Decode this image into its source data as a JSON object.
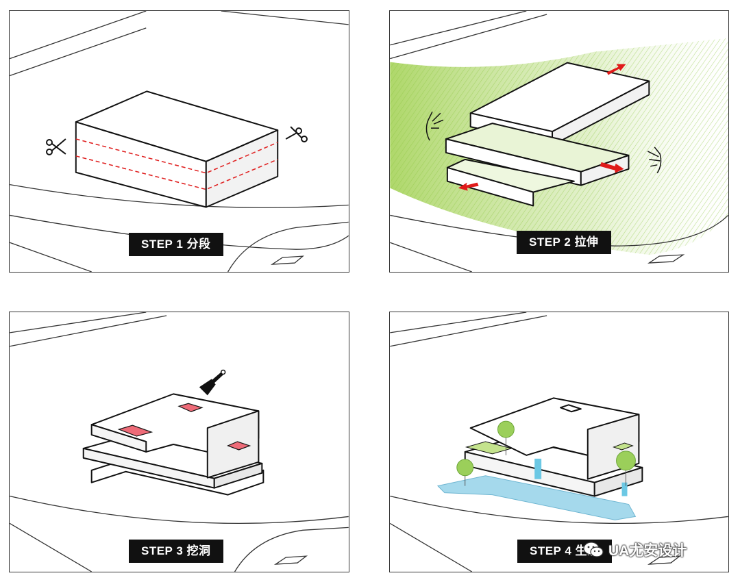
{
  "panels": [
    {
      "id": "step1",
      "label": "STEP 1 分段"
    },
    {
      "id": "step2",
      "label": "STEP 2 拉伸"
    },
    {
      "id": "step3",
      "label": "STEP 3 挖洞"
    },
    {
      "id": "step4",
      "label": "STEP 4 生态"
    }
  ],
  "icons": [
    "scissors-icon",
    "hand-icon",
    "arrow-icon",
    "shovel-icon",
    "tree-icon",
    "wechat-icon"
  ],
  "colors": {
    "line": "#222222",
    "cut_line": "#e02424",
    "arrow": "#e01a1a",
    "landscape_green": "#a6d35a",
    "hole_red": "#ee6b78",
    "water_blue": "#8fd0e8",
    "tree_green": "#9bcf5a"
  },
  "watermark": {
    "text": "UA尤安设计"
  }
}
